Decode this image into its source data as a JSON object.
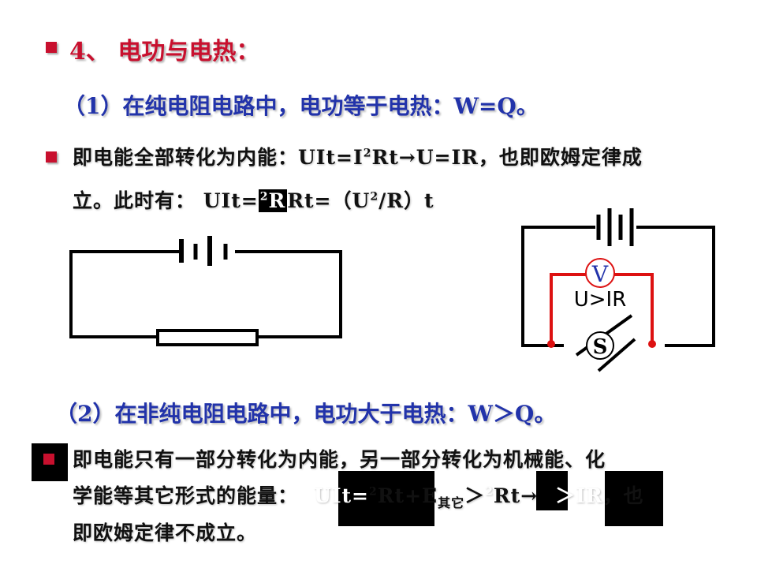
{
  "section": {
    "heading": "4、 电功与电热："
  },
  "part1": {
    "heading": "（1）在纯电阻电路中，电功等于电热：W=Q。",
    "line1_prefix": "即电能全部转化为内能：UIt=I",
    "line1_sup": "2",
    "line1_suffix": "Rt→U=IR，也即欧姆定律成",
    "line2_a": "立。此时有： UIt=",
    "line2_b": "2",
    "line2_c": "Rt=（U",
    "line2_d": "2",
    "line2_e": "/R）t"
  },
  "circuit2": {
    "meter": "V",
    "relation": "U>IR",
    "switch": "S"
  },
  "part2": {
    "heading": "（2）在非纯电阻电路中，电功大于电热：W＞Q。",
    "line1": "即电能只有一部分转化为内能，另一部分转化为机械能、化",
    "line2_a": "学能等其它形式的能量：",
    "line2_b": "UIt=",
    "line2_c": "2",
    "line2_d": "Rt+E",
    "line2_sub": "其它",
    "line2_e": "＞",
    "line2_f": "2",
    "line2_g": "Rt→",
    "line2_h": "＞IR",
    "line2_i": "，也",
    "line3": "即欧姆定律不成立。"
  },
  "colors": {
    "heading": "#c8102e",
    "subheading": "#2233aa",
    "circuit_red": "#dd1111"
  }
}
